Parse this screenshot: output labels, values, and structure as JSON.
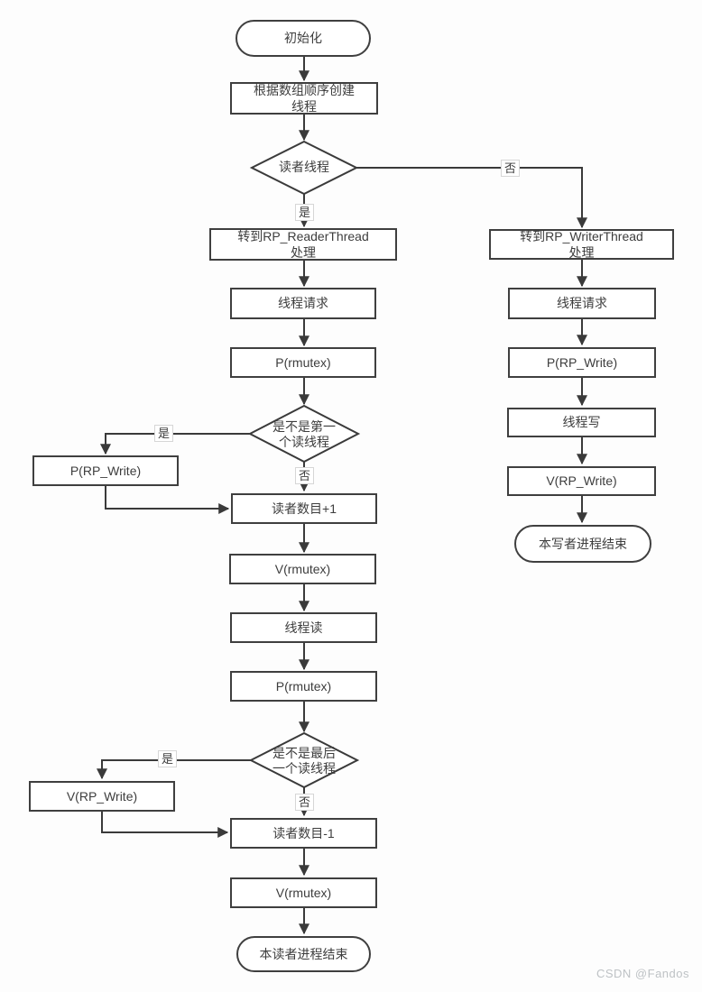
{
  "flowchart": {
    "start": "初始化",
    "create_threads": "根据数组顺序创建\n线程",
    "reader_decision": {
      "question": "读者线程",
      "yes": "是",
      "no": "否"
    },
    "reader_branch": {
      "goto_handler": "转到RP_ReaderThread\n处理",
      "thread_request": "线程请求",
      "p_rmutex_1": "P(rmutex)",
      "first_reader_decision": {
        "question": "是不是第一\n个读线程",
        "yes": "是",
        "no": "否"
      },
      "p_rp_write": "P(RP_Write)",
      "reader_count_inc": "读者数目+1",
      "v_rmutex_1": "V(rmutex)",
      "thread_read": "线程读",
      "p_rmutex_2": "P(rmutex)",
      "last_reader_decision": {
        "question": "是不是最后\n一个读线程",
        "yes": "是",
        "no": "否"
      },
      "v_rp_write": "V(RP_Write)",
      "reader_count_dec": "读者数目-1",
      "v_rmutex_2": "V(rmutex)",
      "end": "本读者进程结束"
    },
    "writer_branch": {
      "goto_handler": "转到RP_WriterThread\n处理",
      "thread_request": "线程请求",
      "p_rp_write": "P(RP_Write)",
      "thread_write": "线程写",
      "v_rp_write": "V(RP_Write)",
      "end": "本写者进程结束"
    }
  },
  "watermark": "CSDN @Fandos"
}
